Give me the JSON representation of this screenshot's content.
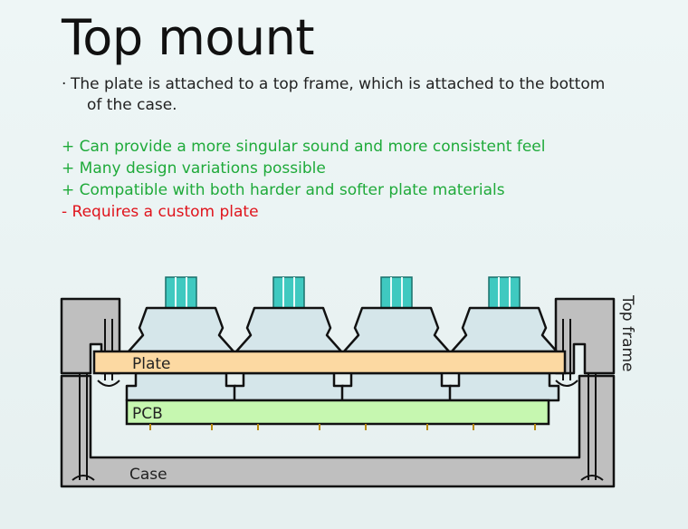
{
  "title": "Top mount",
  "description_line1": "The plate is attached to a top frame, which is attached to the bottom",
  "description_line2": "of the case.",
  "pros": [
    "+ Can provide a more singular sound and more consistent feel",
    "+ Many design variations possible",
    "+ Compatible with both harder and softer plate materials"
  ],
  "cons": [
    "- Requires a custom plate"
  ],
  "diagram": {
    "labels": {
      "plate": "Plate",
      "pcb": "PCB",
      "case": "Case",
      "top_frame": "Top frame"
    },
    "switch_count": 4,
    "colors": {
      "plate": "#fcd9a2",
      "pcb": "#c6f7b0",
      "frame": "#bfbfbf",
      "switch_housing": "#d5e6ea",
      "stem": "#3fc9c0",
      "outline": "#111111"
    }
  }
}
